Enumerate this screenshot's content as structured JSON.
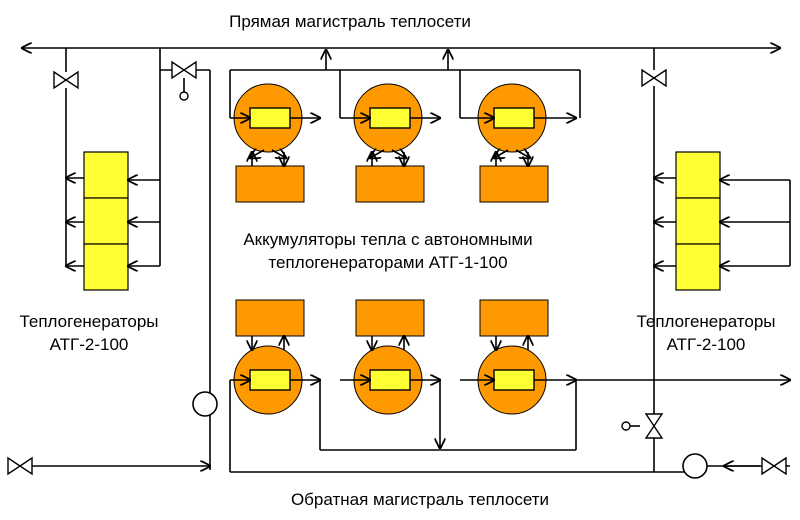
{
  "labels": {
    "supply_main": "Прямая магистраль теплосети",
    "return_main": "Обратная магистраль теплосети",
    "accumulators_line1": "Аккумуляторы тепла с автономными",
    "accumulators_line2": "теплогенераторами АТГ-1-100",
    "left_generators_line1": "Теплогенераторы",
    "left_generators_line2": "АТГ-2-100",
    "right_generators_line1": "Теплогенераторы",
    "right_generators_line2": "АТГ-2-100"
  },
  "colors": {
    "generator": "#ffff33",
    "accumulator": "#ff9900",
    "pipe": "#000000"
  }
}
